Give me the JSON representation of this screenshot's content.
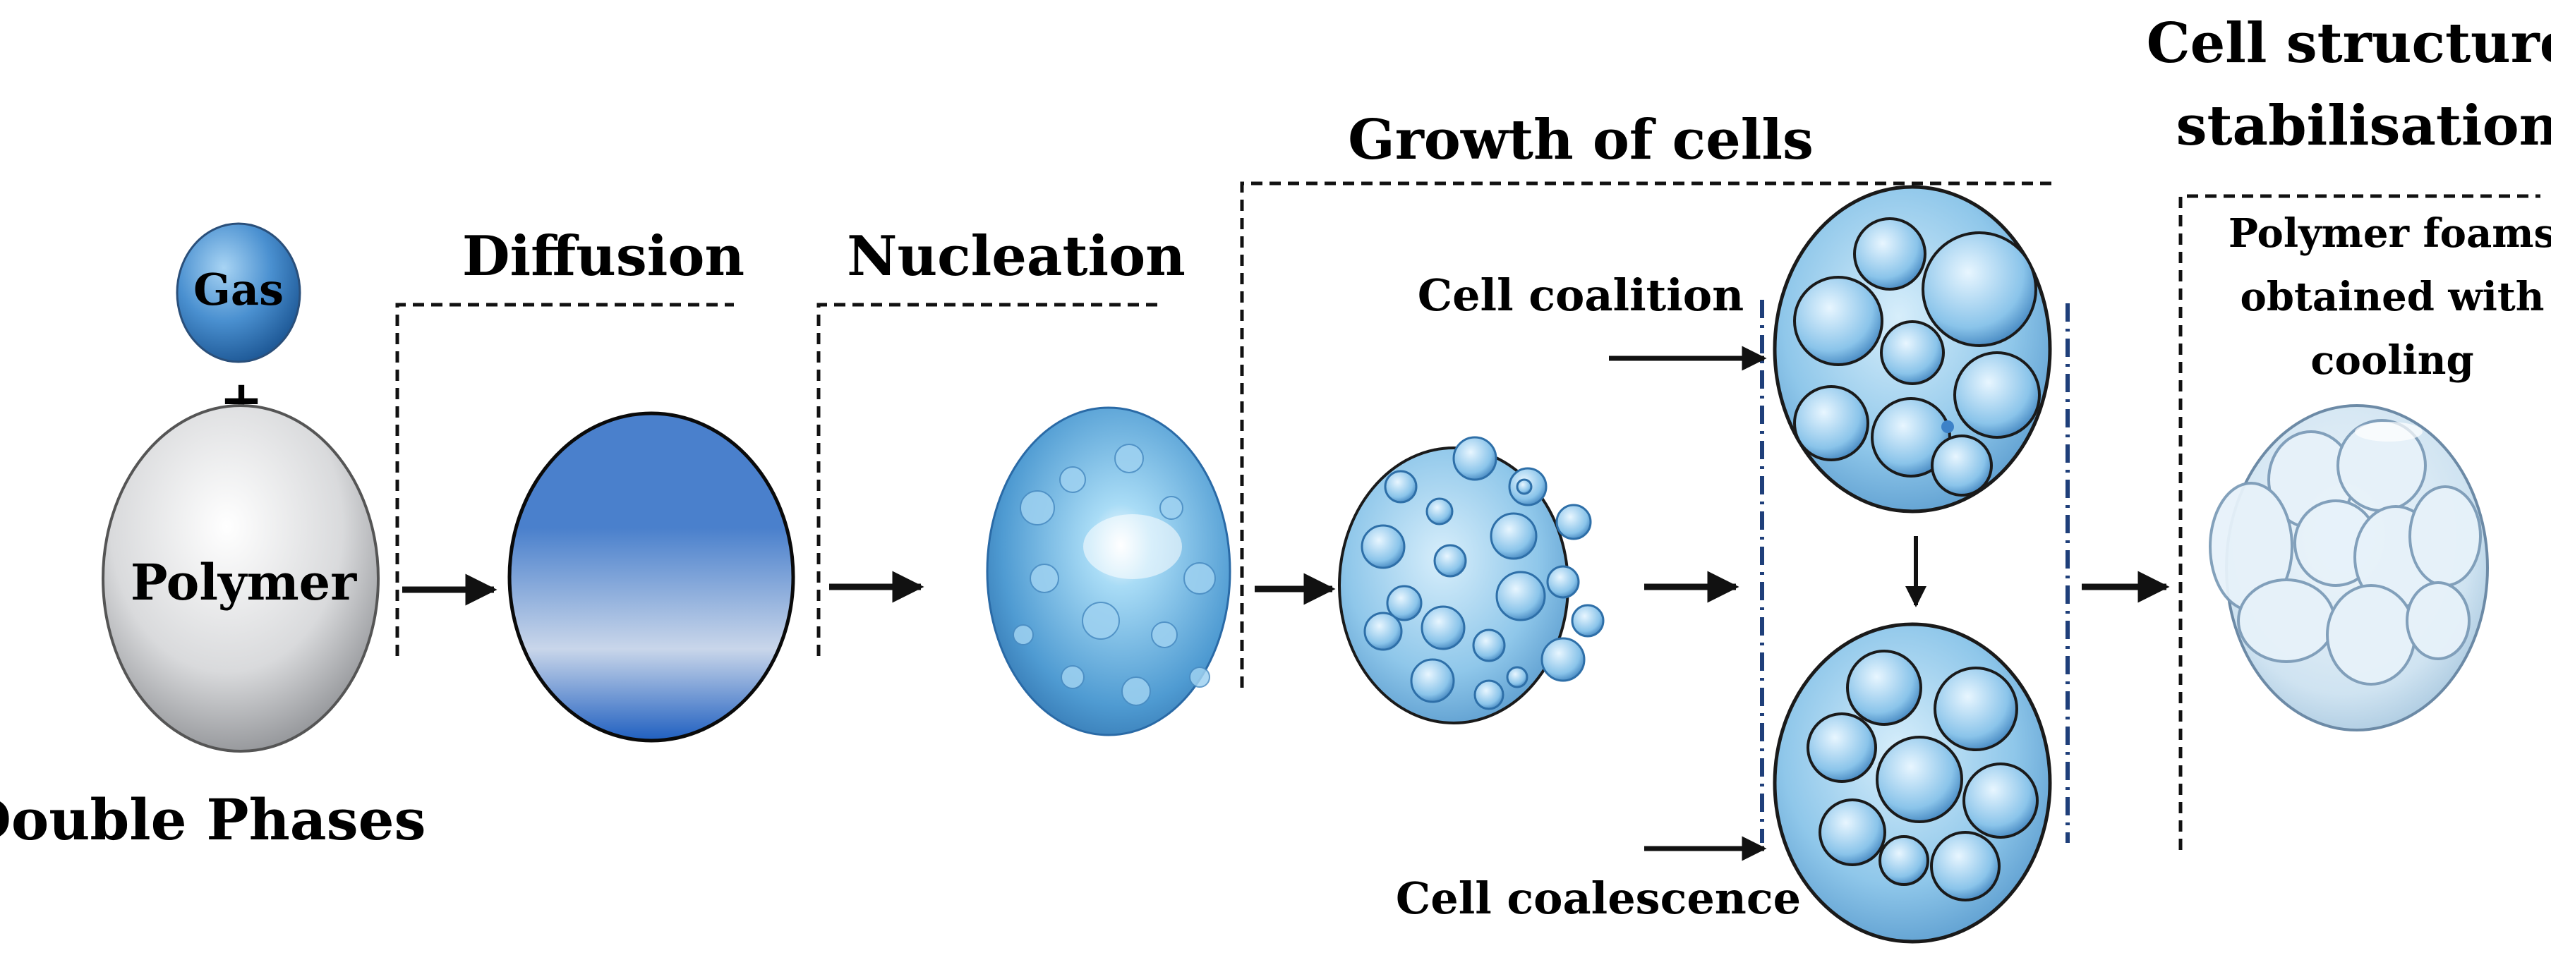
{
  "labels": {
    "gas": "Gas",
    "plus": "+",
    "polymer": "Polymer",
    "double_phases": "Double Phases",
    "diffusion": "Diffusion",
    "nucleation": "Nucleation",
    "growth": "Growth of cells",
    "coalition": "Cell coalition",
    "coalescence": "Cell coalescence",
    "stabilisation_1": "Cell structure",
    "stabilisation_2": "stabilisation",
    "foams_1": "Polymer foams",
    "foams_2": "obtained with",
    "foams_3": "cooling"
  },
  "colors": {
    "gas_blue": "#4a90d0",
    "diffusion_blue": "#3f78c8",
    "cell_blue": "#7fbfe6",
    "outline": "#1a1a1a",
    "dash_blue": "#1f3f7a"
  },
  "icons": [
    "right-arrow-icon",
    "down-arrow-icon"
  ]
}
